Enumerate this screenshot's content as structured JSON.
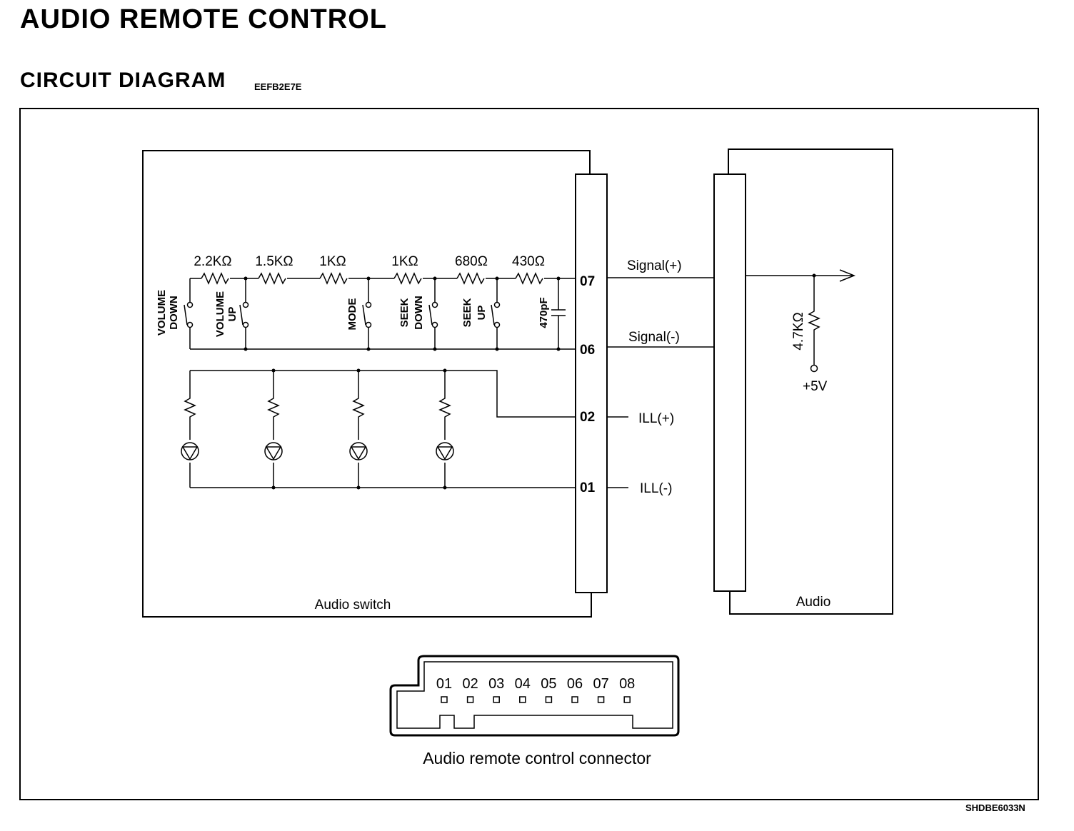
{
  "header": {
    "title": "AUDIO REMOTE CONTROL",
    "subtitle": "CIRCUIT DIAGRAM",
    "code": "EEFB2E7E"
  },
  "footer": {
    "figure_id": "SHDBE6033N"
  },
  "audio_switch": {
    "label": "Audio switch",
    "resistors": [
      "2.2KΩ",
      "1.5KΩ",
      "1KΩ",
      "1KΩ",
      "680Ω",
      "430Ω"
    ],
    "capacitor": "470pF",
    "switches": [
      [
        "VOLUME",
        "DOWN"
      ],
      [
        "VOLUME",
        "UP"
      ],
      [
        "MODE"
      ],
      [
        "SEEK",
        "DOWN"
      ],
      [
        "SEEK",
        "UP"
      ]
    ],
    "pins": [
      "07",
      "06",
      "02",
      "01"
    ]
  },
  "signals": [
    "Signal(+)",
    "Signal(-)",
    "ILL(+)",
    "ILL(-)"
  ],
  "audio_unit": {
    "label": "Audio",
    "resistor": "4.7KΩ",
    "supply": "+5V"
  },
  "connector": {
    "label": "Audio remote control connector",
    "pins": [
      "01",
      "02",
      "03",
      "04",
      "05",
      "06",
      "07",
      "08"
    ]
  }
}
